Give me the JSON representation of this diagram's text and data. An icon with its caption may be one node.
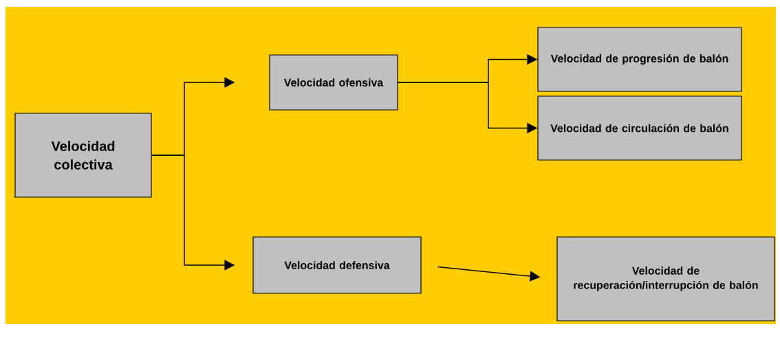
{
  "diagram": {
    "nodes": [
      {
        "text": [
          "Velocidad colectiva"
        ]
      },
      {
        "text": [
          "Velocidad ofensiva"
        ]
      },
      {
        "text": [
          "Velocidad de progresión de balón"
        ]
      },
      {
        "text": [
          "Velocidad de circulación de balón"
        ]
      },
      {
        "text": [
          "Velocidad defensiva"
        ]
      },
      {
        "text": [
          "Velocidad de recuperación/interrupción de balón"
        ]
      }
    ],
    "edges": [
      {
        "from": 0,
        "to": 1,
        "arrow": "to"
      },
      {
        "from": 0,
        "to": 4,
        "arrow": "to"
      },
      {
        "from": 1,
        "to": 2,
        "arrow": "to"
      },
      {
        "from": 1,
        "to": 3,
        "arrow": "to"
      },
      {
        "from": 4,
        "to": 5,
        "arrow": "to"
      }
    ]
  }
}
